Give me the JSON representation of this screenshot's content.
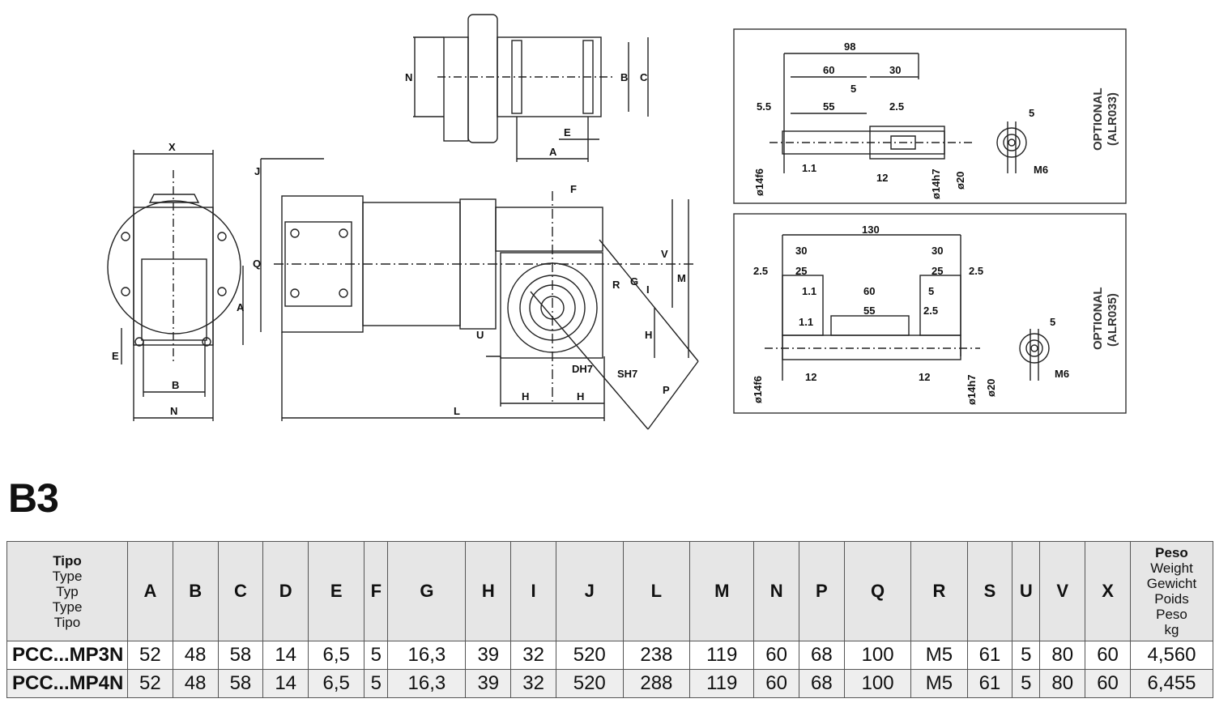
{
  "section": {
    "title": "B3"
  },
  "drawing": {
    "top_view": {
      "labels": [
        "N",
        "B",
        "C",
        "E",
        "A"
      ]
    },
    "front_view": {
      "labels": [
        "X",
        "A",
        "E",
        "B",
        "N"
      ]
    },
    "side_view": {
      "labels": [
        "J",
        "Q",
        "F",
        "V",
        "M",
        "R",
        "G",
        "I",
        "U",
        "H",
        "DH7",
        "SH7",
        "P",
        "L"
      ]
    },
    "optional_1": {
      "label": "OPTIONAL",
      "code": "(ALR033)",
      "dims": [
        "98",
        "60",
        "30",
        "5",
        "5.5",
        "55",
        "2.5",
        "ø14f6",
        "1.1",
        "12",
        "ø14h7",
        "ø20",
        "5",
        "M6"
      ]
    },
    "optional_2": {
      "label": "OPTIONAL",
      "code": "(ALR035)",
      "dims": [
        "130",
        "30",
        "30",
        "2.5",
        "25",
        "25",
        "2.5",
        "1.1",
        "60",
        "5",
        "55",
        "2.5",
        "1.1",
        "ø14f6",
        "12",
        "12",
        "ø14h7",
        "ø20",
        "5",
        "M6"
      ]
    }
  },
  "table": {
    "type_header": [
      "Tipo",
      "Type",
      "Typ",
      "Type",
      "Tipo"
    ],
    "columns": [
      "A",
      "B",
      "C",
      "D",
      "E",
      "F",
      "G",
      "H",
      "I",
      "J",
      "L",
      "M",
      "N",
      "P",
      "Q",
      "R",
      "S",
      "U",
      "V",
      "X"
    ],
    "weight_header": [
      "Peso",
      "Weight",
      "Gewicht",
      "Poids",
      "Peso",
      "kg"
    ],
    "rows": [
      {
        "type": "PCC...MP3N",
        "values": [
          "52",
          "48",
          "58",
          "14",
          "6,5",
          "5",
          "16,3",
          "39",
          "32",
          "520",
          "238",
          "119",
          "60",
          "68",
          "100",
          "M5",
          "61",
          "5",
          "80",
          "60"
        ],
        "weight": "4,560"
      },
      {
        "type": "PCC...MP4N",
        "values": [
          "52",
          "48",
          "58",
          "14",
          "6,5",
          "5",
          "16,3",
          "39",
          "32",
          "520",
          "288",
          "119",
          "60",
          "68",
          "100",
          "M5",
          "61",
          "5",
          "80",
          "60"
        ],
        "weight": "6,455"
      }
    ]
  }
}
